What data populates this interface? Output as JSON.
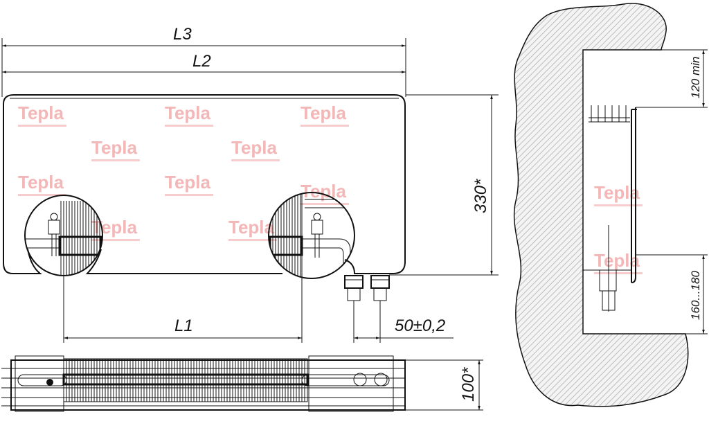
{
  "dimensions": {
    "l3": "L3",
    "l2": "L2",
    "l1": "L1",
    "height": "330*",
    "offset": "50±0,2",
    "depth": "100*",
    "top_gap": "120 min",
    "bottom_gap": "160...180"
  },
  "watermark": {
    "text": "Tepla",
    "color": "#f3b7b7"
  },
  "colors": {
    "line": "#111111",
    "wall_hatch": "#bfbfbf"
  }
}
